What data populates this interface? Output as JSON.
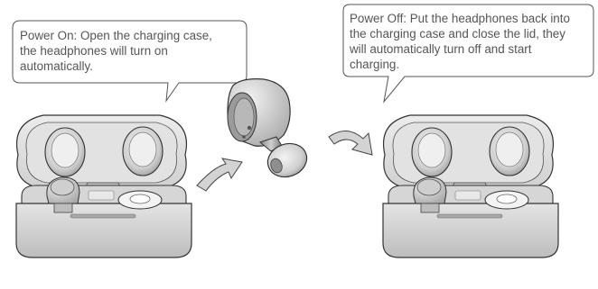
{
  "callouts": {
    "power_on": "Power On: Open the charging case,\nthe headphones will turn on\nautomatically.",
    "power_off": "Power Off: Put the headphones back into\nthe charging case and close the lid, they\nwill automatically turn off and start\ncharging."
  },
  "colors": {
    "case_body": "#d9d9d9",
    "case_shadow": "#b5b5b5",
    "outline": "#333333",
    "arrow_fill": "#d3d3d3",
    "text": "#555555"
  },
  "icons": {
    "case_left": "charging-case-open-illustration",
    "case_right": "charging-case-open-illustration",
    "earbud": "earbud-illustration",
    "arrow_1": "curved-arrow-icon",
    "arrow_2": "curved-arrow-icon"
  }
}
